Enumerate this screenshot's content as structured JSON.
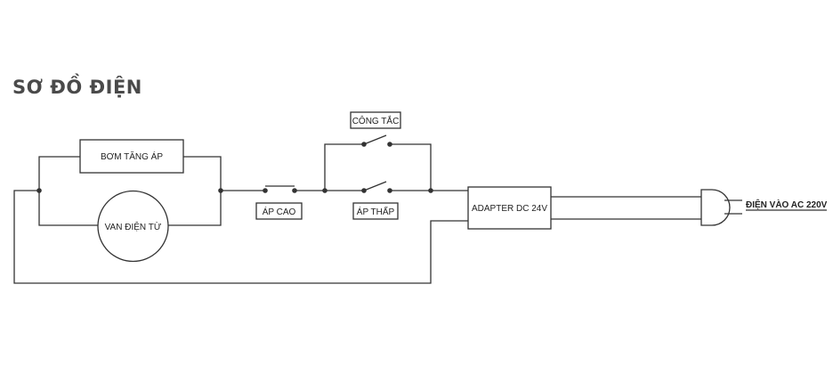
{
  "title": "SƠ ĐỒ ĐIỆN",
  "labels": {
    "pump": "BƠM TĂNG ÁP",
    "valve": "VAN ĐIỆN TỪ",
    "high_pressure": "ÁP CAO",
    "low_pressure": "ÁP THẤP",
    "switch": "CÔNG TẮC",
    "adapter": "ADAPTER DC 24V",
    "power_in": "ĐIỆN VÀO AC 220V"
  }
}
